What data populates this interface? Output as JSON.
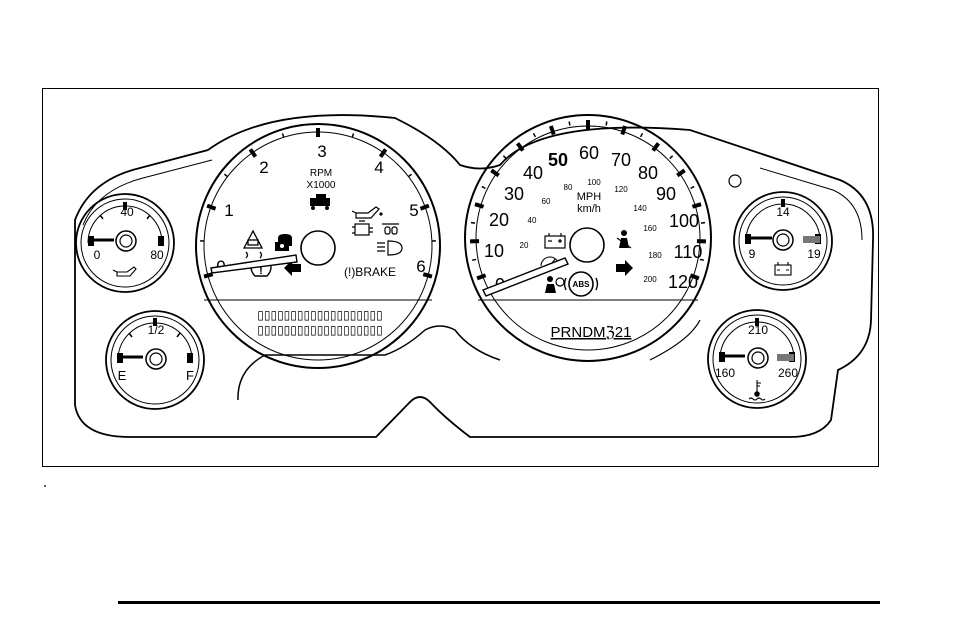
{
  "tachometer": {
    "numbers": [
      "0",
      "1",
      "2",
      "3",
      "4",
      "5",
      "6"
    ],
    "unit_line1": "RPM",
    "unit_line2": "X1000",
    "brake_label": "(!)BRAKE"
  },
  "speedometer": {
    "mph_labels": [
      "0",
      "10",
      "20",
      "30",
      "40",
      "50",
      "60",
      "70",
      "80",
      "90",
      "100",
      "110",
      "120"
    ],
    "kmh_labels": [
      "20",
      "40",
      "60",
      "80",
      "100",
      "120",
      "140",
      "160",
      "180",
      "200"
    ],
    "unit_mph": "MPH",
    "unit_kmh": "km/h",
    "abs_label": "ABS"
  },
  "gear_indicator": "PRNDMℨ21",
  "odometer_display": "▯▯▯▯▯▯▯▯▯▯▯▯▯▯▯▯▯▯▯",
  "oil_gauge": {
    "min": "0",
    "mid": "40",
    "max": "80"
  },
  "fuel_gauge": {
    "min": "E",
    "mid": "1/2",
    "max": "F"
  },
  "volt_gauge": {
    "min": "9",
    "mid": "14",
    "max": "19"
  },
  "temp_gauge": {
    "min": "160",
    "mid": "210",
    "max": "260"
  },
  "icons": [
    "oil-can-icon",
    "tow-haul-icon",
    "check-engine-icon",
    "parking-light-icon",
    "headlamp-icon",
    "traction-control-icon",
    "security-lock-icon",
    "tire-pressure-icon",
    "turn-left-arrow-icon",
    "battery-icon",
    "seatbelt-icon",
    "airbag-icon",
    "cruise-icon",
    "turn-right-arrow-icon",
    "thermometer-icon"
  ]
}
